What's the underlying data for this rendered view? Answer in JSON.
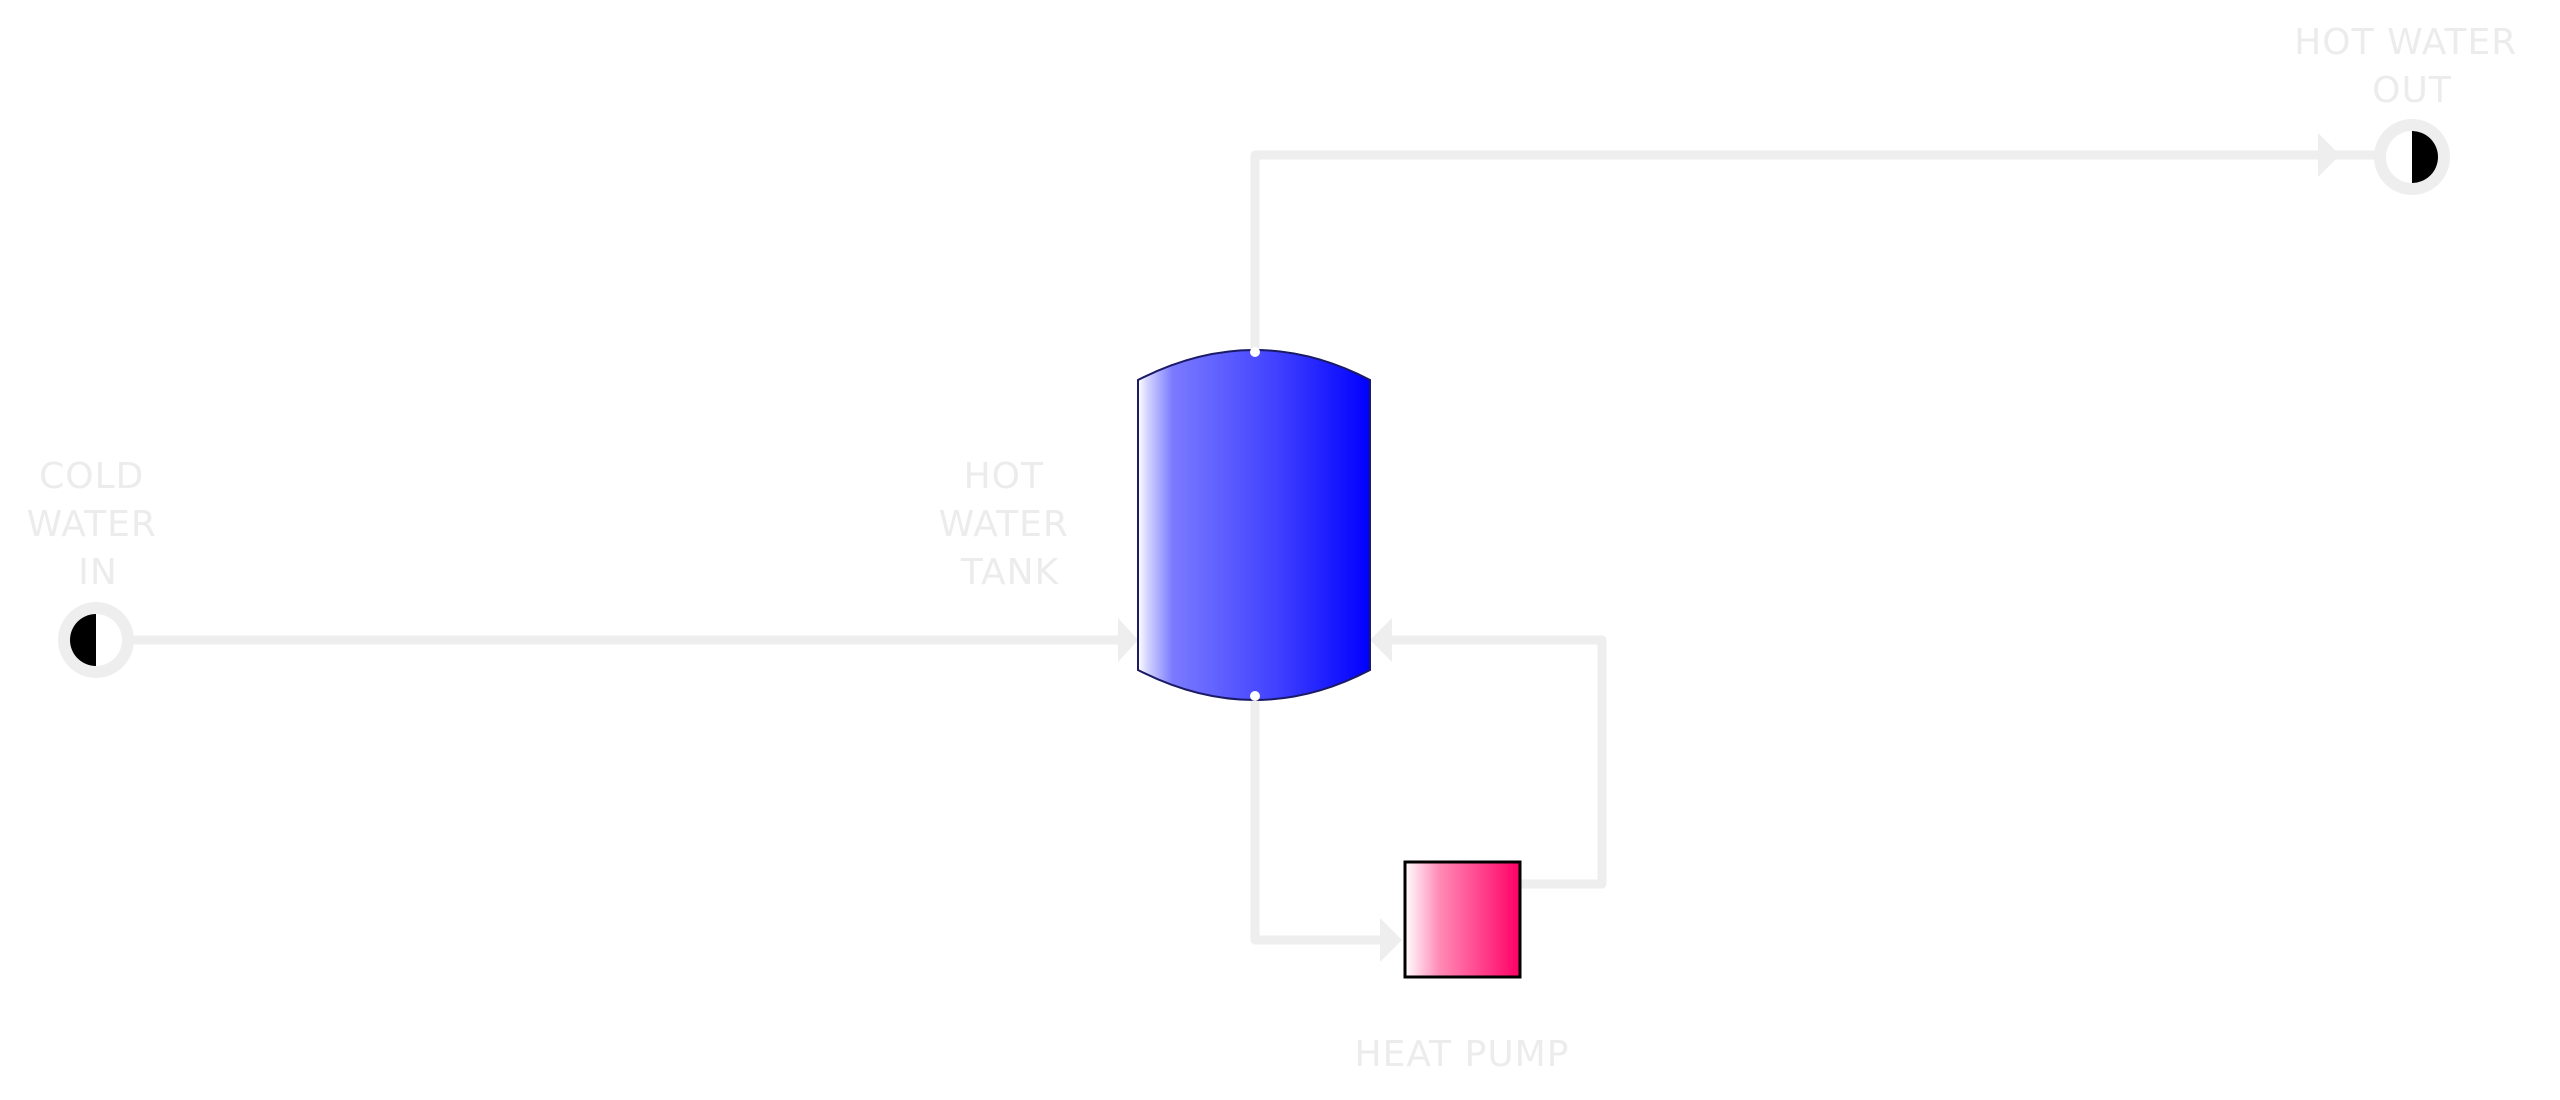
{
  "diagram": {
    "nodes": {
      "cold_water_in": {
        "label_lines": [
          "COLD",
          "WATER",
          "IN"
        ],
        "icon": "half-filled-circle-port-icon"
      },
      "hot_water_tank": {
        "label_lines": [
          "HOT",
          "WATER",
          "TANK"
        ],
        "icon": "vessel-tank-icon",
        "color": "#0000ff"
      },
      "heat_pump": {
        "label_lines": [
          "HEAT PUMP"
        ],
        "icon": "heat-pump-box-icon",
        "color": "#ff0066"
      },
      "hot_water_out": {
        "label_lines": [
          "HOT WATER",
          "OUT"
        ],
        "icon": "half-filled-circle-port-icon"
      }
    },
    "connections": [
      {
        "from": "cold_water_in",
        "to": "hot_water_tank"
      },
      {
        "from": "hot_water_tank",
        "to": "hot_water_out"
      },
      {
        "from": "hot_water_tank",
        "to": "heat_pump"
      },
      {
        "from": "heat_pump",
        "to": "hot_water_tank"
      }
    ],
    "pipe_color": "#eeeeee",
    "label_color": "#ececec"
  }
}
